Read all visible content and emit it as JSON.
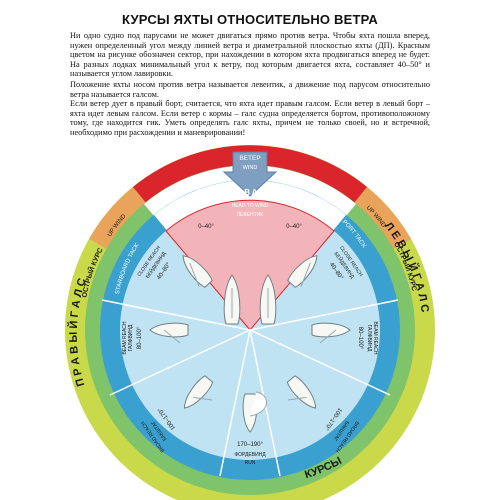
{
  "title": "КУРСЫ ЯХТЫ ОТНОСИТЕЛЬНО ВЕТРА",
  "paragraphs": [
    "Ни одно судно под парусами не может двигаться прямо против ветра. Чтобы яхта пошла вперед, нужен определенный угол между линией ветра и диаметральной плоскостью яхты (ДП). Красным цветом на рисунке обозначен сектор, при нахождении в котором яхта продвигаться вперед не будет. На разных лодках минимальный угол к ветру, под которым двигается яхта, составляет 40–50° и называется углом лавировки.",
    "Положение яхты носом против ветра называется левентик, а движение под парусом относительно ветра называется галсом.",
    "Если ветер дует в правый борт, считается, что яхта идет правым галсом. Если ветер в левый борт – яхта идет левым галсом. Если ветер с кормы – галс судна определяется бортом, противоположному тому, где находится гик. Уметь определять галс яхты, причем не только своей, но и встречной, необходимо при расхождении и маневрировании!"
  ],
  "wind_arrow": {
    "line1": "ВЕТЕР",
    "line2": "WIND"
  },
  "no_go": {
    "label": "НЕХОДОВАЯ ЗОНА",
    "head_to_wind": "HEAD TO WIND",
    "leventik": "ЛЕВЕНТИК",
    "angle_left": "0–40°",
    "angle_right": "0–40°"
  },
  "ring_labels": {
    "starboard": "П Р А В Ы Й   Г А Л С",
    "port": "Л Е В Ы Й   Г А Л С",
    "close_left_ru": "ОСТРЫЙ КУРС",
    "close_left_en": "UP WIND",
    "close_right_ru": "ОСТРЫЙ КУРС",
    "close_right_en": "UP WIND",
    "tack_left": "STARBOARD TACK",
    "tack_right": "PORT TACK",
    "courses": "КУРСЫ"
  },
  "sectors": {
    "close_reach_left": {
      "en": "CLOSE REACH",
      "ru": "БЕЙДЕВИНД",
      "deg": "40–80°"
    },
    "close_reach_right": {
      "en": "CLOSE REACH",
      "ru": "БЕЙДЕВИНД",
      "deg": "40–80°"
    },
    "beam_reach_left": {
      "en": "BEAM REACH",
      "ru": "ГАЛФВИНД",
      "deg": "80–100°"
    },
    "beam_reach_right": {
      "en": "BEAM REACH",
      "ru": "ГАЛФВИНД",
      "deg": "80–100°"
    },
    "broad_reach_left": {
      "en": "BROAD REACH",
      "ru": "БАКШТАГ",
      "deg": "100–170°"
    },
    "broad_reach_right": {
      "en": "BROAD REACH",
      "ru": "БАКШТАГ",
      "deg": "100–170°"
    },
    "run": {
      "en": "RUN",
      "ru": "ФОРДЕВИНД",
      "deg": "170–190°"
    }
  },
  "colors": {
    "no_go_red": "#d9252b",
    "outer_green": "#c9d94a",
    "outer_orange": "#e9a35a",
    "mid_green": "#7fc36a",
    "inner_blue": "#3aa0cf",
    "light_blue": "#bfe3f3",
    "pink_sector": "#f3b4b9"
  }
}
